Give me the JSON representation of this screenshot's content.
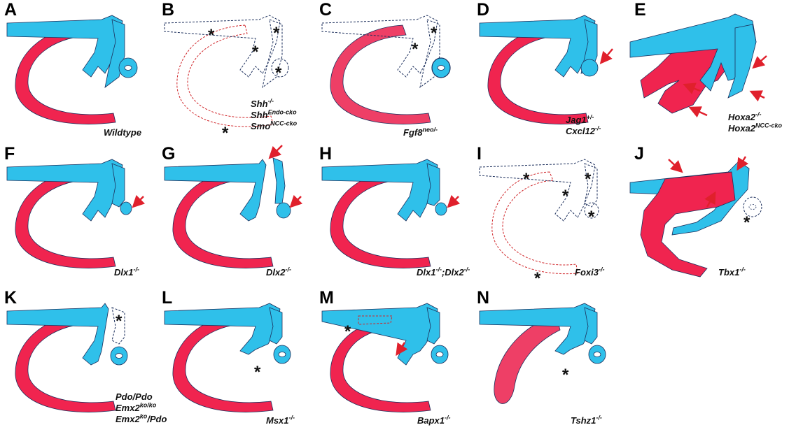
{
  "colors": {
    "meckel": "#f0244f",
    "meckel_light": "#ee3f66",
    "malleus": "#2fc0ea",
    "outline": "#1c2f5c",
    "dashed_red": "#d0262a",
    "arrow": "#e0202c"
  },
  "panels": [
    {
      "letter": "A",
      "lines": [
        {
          "base": "Wildtype",
          "sup": ""
        }
      ]
    },
    {
      "letter": "B",
      "lines": [
        {
          "base": "Shh",
          "sup": "-/-"
        },
        {
          "base": "Shh",
          "sup": "Endo-cko"
        },
        {
          "base": "Smo",
          "sup": "NCC-cko"
        }
      ]
    },
    {
      "letter": "C",
      "lines": [
        {
          "base": "Fgf8",
          "sup": "neo/-"
        }
      ]
    },
    {
      "letter": "D",
      "lines": [
        {
          "base": "Jag1",
          "sup": "+/-"
        },
        {
          "base": "Cxcl12",
          "sup": "-/-"
        }
      ]
    },
    {
      "letter": "E",
      "lines": [
        {
          "base": "Hoxa2",
          "sup": "-/-"
        },
        {
          "base": "Hoxa2",
          "sup": "NCC-cko"
        }
      ]
    },
    {
      "letter": "F",
      "lines": [
        {
          "base": "Dlx1",
          "sup": "-/-"
        }
      ]
    },
    {
      "letter": "G",
      "lines": [
        {
          "base": "Dlx2",
          "sup": "-/-"
        }
      ]
    },
    {
      "letter": "H",
      "lines": [
        {
          "base": "Dlx1",
          "sup": "-/-"
        },
        {
          "base": ";Dlx2",
          "sup": "-/-"
        }
      ],
      "inline": true
    },
    {
      "letter": "I",
      "lines": [
        {
          "base": "Foxi3",
          "sup": "-/-"
        }
      ]
    },
    {
      "letter": "J",
      "lines": [
        {
          "base": "Tbx1",
          "sup": "-/-"
        }
      ]
    },
    {
      "letter": "K",
      "lines": [
        {
          "base": "Pdo/Pdo",
          "sup": ""
        },
        {
          "base": "Emx2",
          "sup": "ko/ko"
        },
        {
          "base": "Emx2",
          "sup": "ko",
          "tail": "/Pdo"
        }
      ]
    },
    {
      "letter": "L",
      "lines": [
        {
          "base": "Msx1",
          "sup": "-/-"
        }
      ]
    },
    {
      "letter": "M",
      "lines": [
        {
          "base": "Bapx1",
          "sup": "-/-"
        }
      ]
    },
    {
      "letter": "N",
      "lines": [
        {
          "base": "Tshz1",
          "sup": "-/-"
        }
      ]
    }
  ],
  "asterisk": "*"
}
